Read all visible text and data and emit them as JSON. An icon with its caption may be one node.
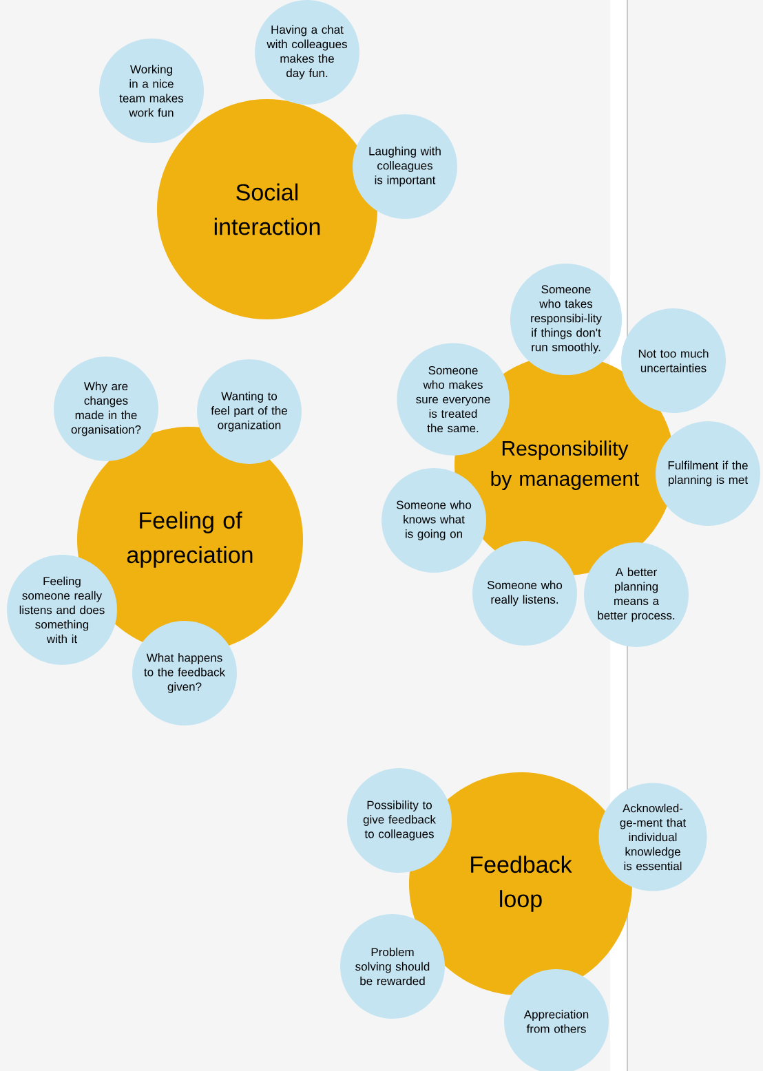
{
  "diagram": {
    "nodes": [
      {
        "text": [
          "Social interaction"
        ]
      },
      {
        "text": [
          "Working in a nice team makes work fun"
        ]
      },
      {
        "text": [
          "Having a chat with colleagues makes the day fun."
        ]
      },
      {
        "text": [
          "Laughing with colleagues is important"
        ]
      },
      {
        "text": [
          "Responsibility by management"
        ]
      },
      {
        "text": [
          "Someone who takes responsibi-lity if things don't run smoothly."
        ]
      },
      {
        "text": [
          "Someone who makes sure everyone is treated the same."
        ]
      },
      {
        "text": [
          "Not too much uncertainties"
        ]
      },
      {
        "text": [
          "Fulfilment if the planning is met"
        ]
      },
      {
        "text": [
          "Someone who knows what is going on"
        ]
      },
      {
        "text": [
          "Someone who really listens."
        ]
      },
      {
        "text": [
          "A better planning means a better process."
        ]
      },
      {
        "text": [
          "Feeling of appreciation"
        ]
      },
      {
        "text": [
          "Why are changes made in the organisation?"
        ]
      },
      {
        "text": [
          "Wanting to feel part of the organization"
        ]
      },
      {
        "text": [
          "Feeling someone really listens and does something with it"
        ]
      },
      {
        "text": [
          "What happens to the feedback given?"
        ]
      },
      {
        "text": [
          "Feedback loop"
        ]
      },
      {
        "text": [
          "Possibility to give feedback to colleagues"
        ]
      },
      {
        "text": [
          "Acknowled-ge-ment that individual knowledge is essential"
        ]
      },
      {
        "text": [
          "Problem solving should be rewarded"
        ]
      },
      {
        "text": [
          "Appreciation from others"
        ]
      }
    ]
  }
}
